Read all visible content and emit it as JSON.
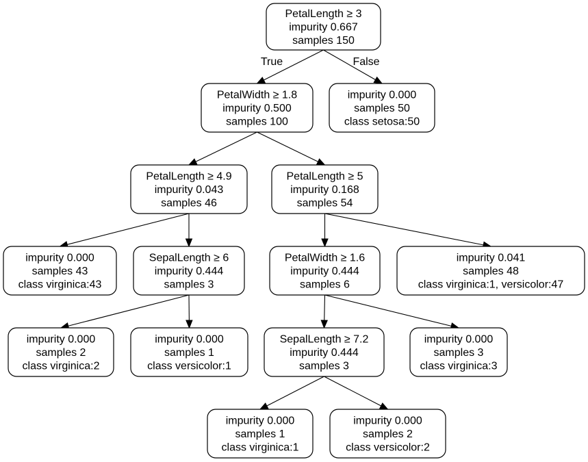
{
  "tree": {
    "nodes": [
      {
        "id": "n0",
        "lines": [
          "PetalLength ≥ 3",
          "impurity 0.667",
          "samples 150"
        ]
      },
      {
        "id": "n1",
        "lines": [
          "PetalWidth ≥ 1.8",
          "impurity 0.500",
          "samples 100"
        ]
      },
      {
        "id": "n2",
        "lines": [
          "impurity 0.000",
          "samples 50",
          "class setosa:50"
        ]
      },
      {
        "id": "n3",
        "lines": [
          "PetalLength ≥ 4.9",
          "impurity 0.043",
          "samples 46"
        ]
      },
      {
        "id": "n4",
        "lines": [
          "PetalLength ≥ 5",
          "impurity 0.168",
          "samples 54"
        ]
      },
      {
        "id": "n5",
        "lines": [
          "impurity 0.000",
          "samples 43",
          "class virginica:43"
        ]
      },
      {
        "id": "n6",
        "lines": [
          "SepalLength ≥ 6",
          "impurity 0.444",
          "samples 3"
        ]
      },
      {
        "id": "n7",
        "lines": [
          "PetalWidth ≥ 1.6",
          "impurity 0.444",
          "samples 6"
        ]
      },
      {
        "id": "n8",
        "lines": [
          "impurity 0.041",
          "samples 48",
          "class virginica:1, versicolor:47"
        ]
      },
      {
        "id": "n9",
        "lines": [
          "impurity 0.000",
          "samples 2",
          "class virginica:2"
        ]
      },
      {
        "id": "n10",
        "lines": [
          "impurity 0.000",
          "samples 1",
          "class versicolor:1"
        ]
      },
      {
        "id": "n11",
        "lines": [
          "SepalLength ≥ 7.2",
          "impurity 0.444",
          "samples 3"
        ]
      },
      {
        "id": "n12",
        "lines": [
          "impurity 0.000",
          "samples 3",
          "class virginica:3"
        ]
      },
      {
        "id": "n13",
        "lines": [
          "impurity 0.000",
          "samples 1",
          "class virginica:1"
        ]
      },
      {
        "id": "n14",
        "lines": [
          "impurity 0.000",
          "samples 2",
          "class versicolor:2"
        ]
      }
    ],
    "edges": [
      {
        "from": "n0",
        "to": "n1",
        "label": "True"
      },
      {
        "from": "n0",
        "to": "n2",
        "label": "False"
      },
      {
        "from": "n1",
        "to": "n3",
        "label": ""
      },
      {
        "from": "n1",
        "to": "n4",
        "label": ""
      },
      {
        "from": "n3",
        "to": "n5",
        "label": ""
      },
      {
        "from": "n3",
        "to": "n6",
        "label": ""
      },
      {
        "from": "n4",
        "to": "n7",
        "label": ""
      },
      {
        "from": "n4",
        "to": "n8",
        "label": ""
      },
      {
        "from": "n6",
        "to": "n9",
        "label": ""
      },
      {
        "from": "n6",
        "to": "n10",
        "label": ""
      },
      {
        "from": "n7",
        "to": "n11",
        "label": ""
      },
      {
        "from": "n7",
        "to": "n12",
        "label": ""
      },
      {
        "from": "n11",
        "to": "n13",
        "label": ""
      },
      {
        "from": "n11",
        "to": "n14",
        "label": ""
      }
    ]
  }
}
